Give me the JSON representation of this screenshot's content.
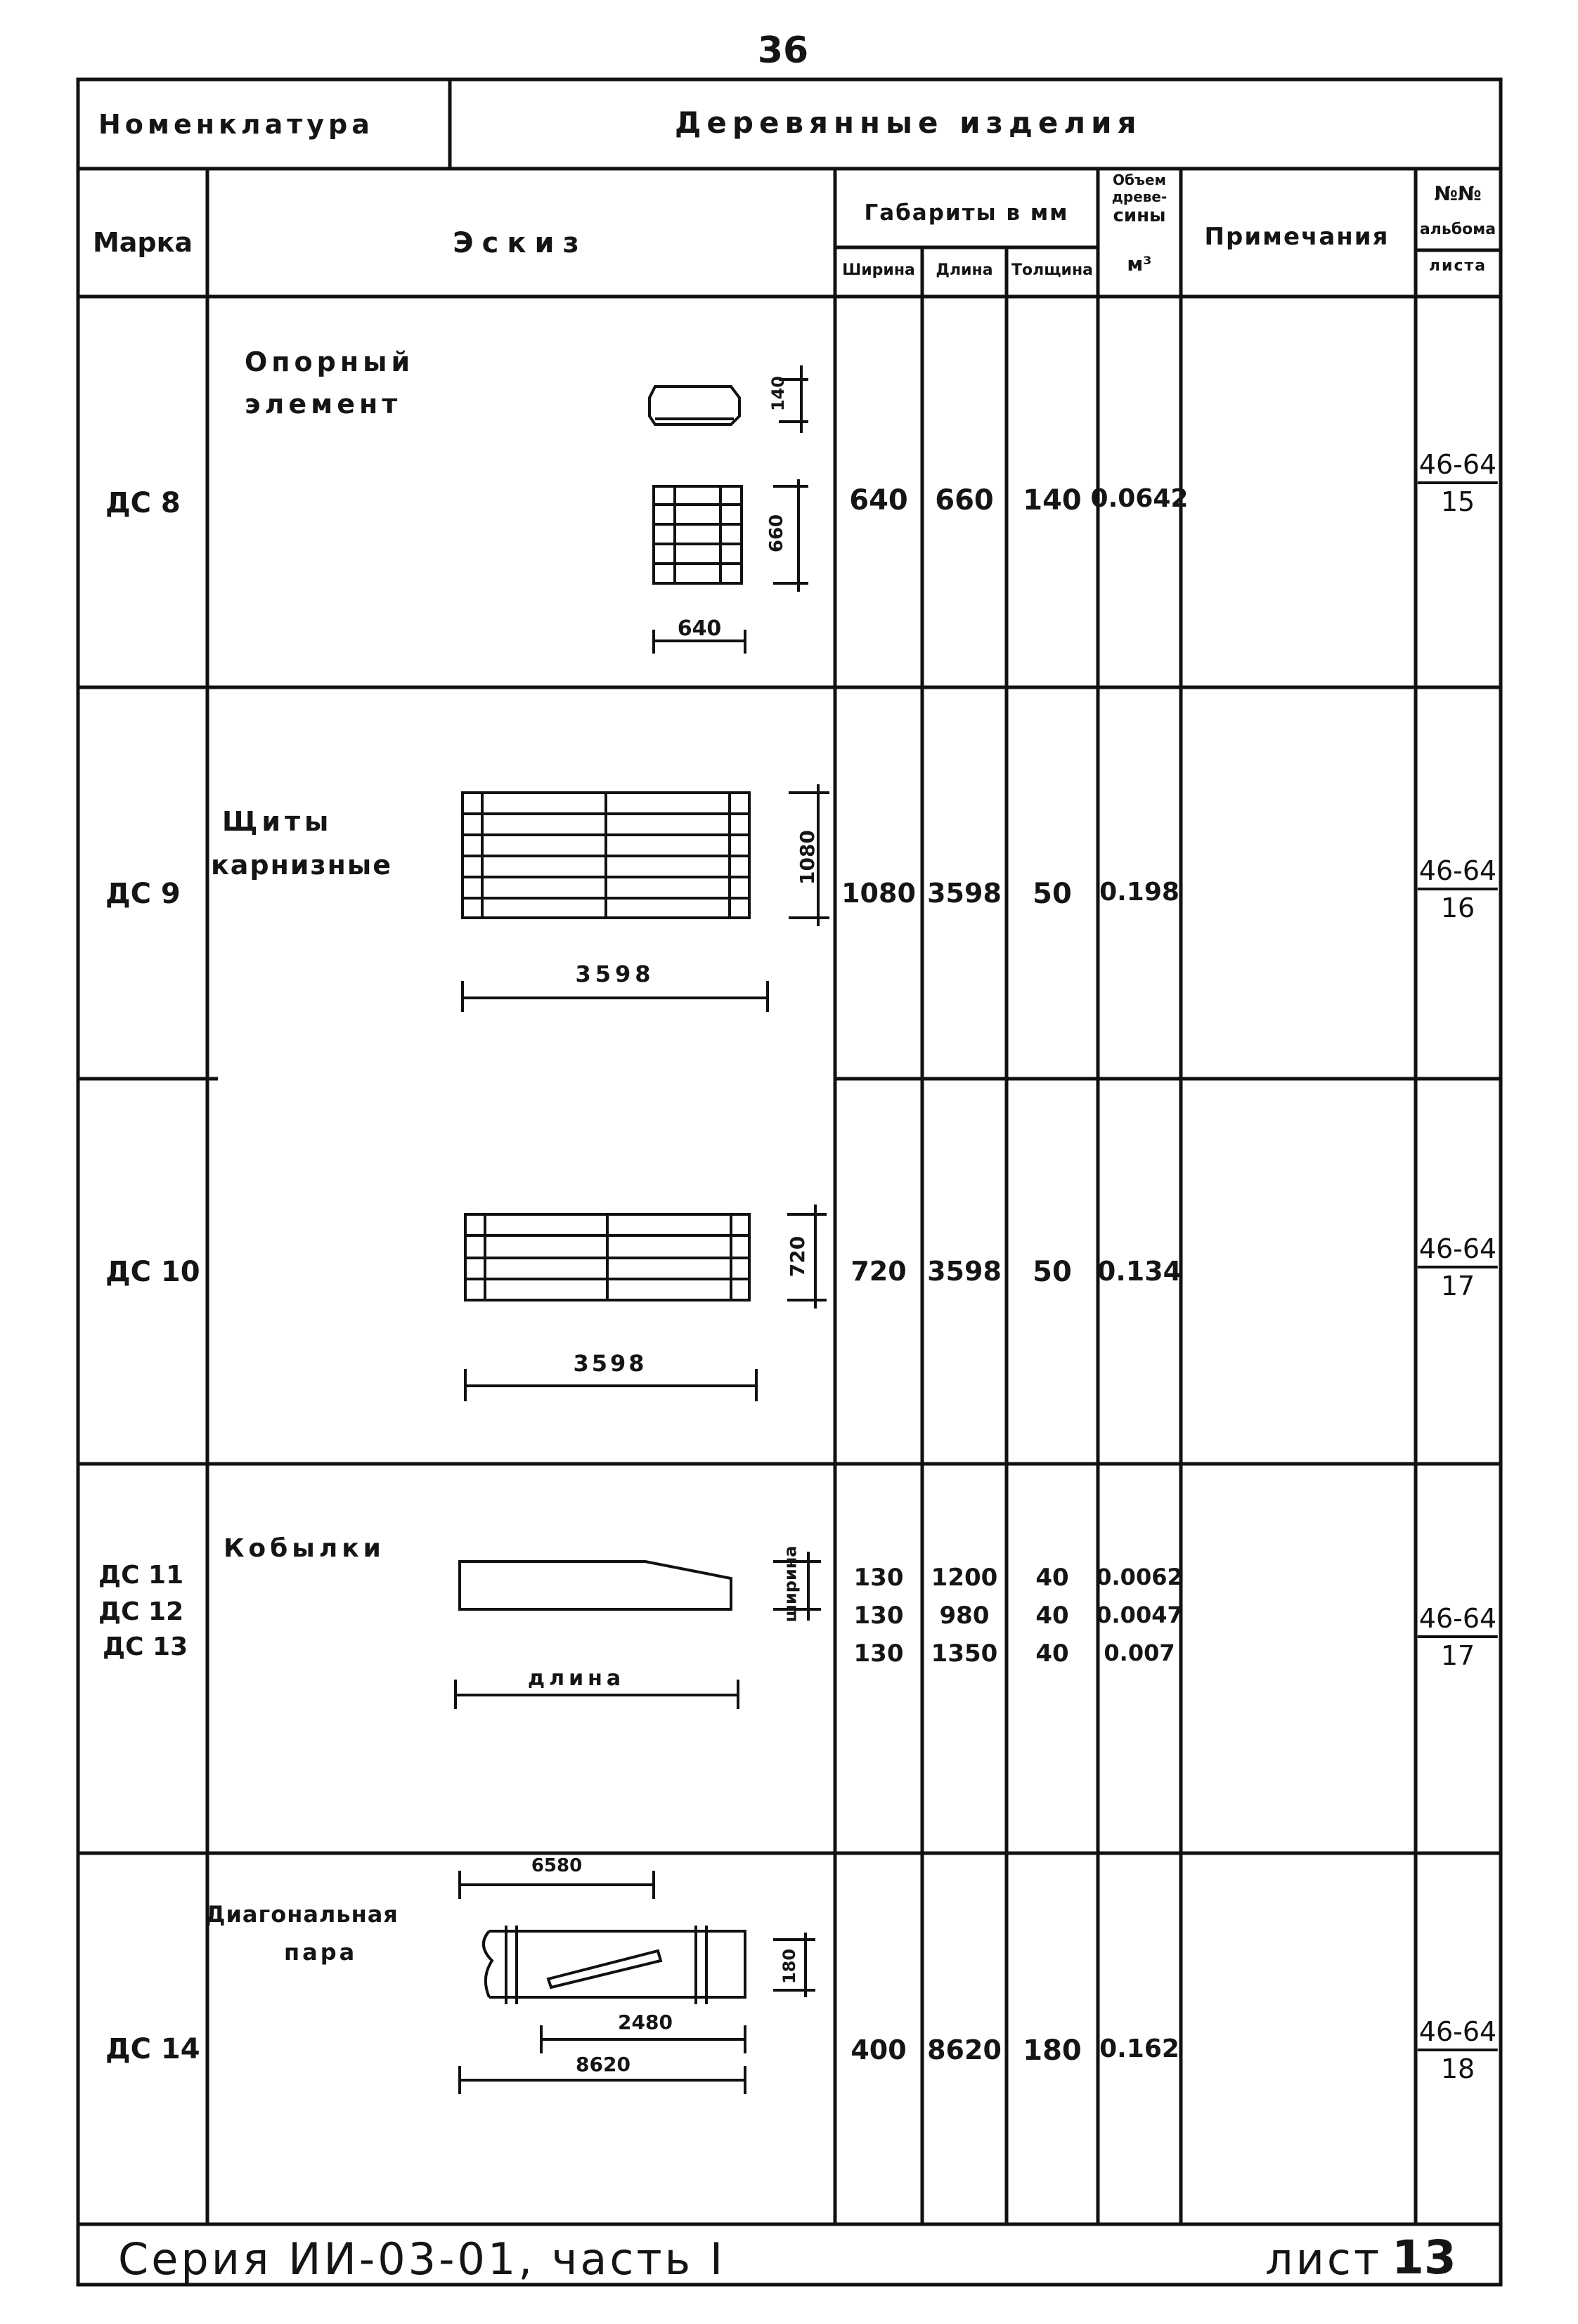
{
  "page_number": "36",
  "header": {
    "nomenclature_label": "Номенклатура",
    "nomenclature_value": "Деревянные изделия"
  },
  "columns": {
    "mark": "Марка",
    "sketch": "Эскиз",
    "dimensions": "Габариты в мм",
    "width": "Ширина",
    "length": "Длина",
    "thickness": "Толщина",
    "volume_line1": "Объем",
    "volume_line2": "древе-",
    "volume_line3": "сины",
    "volume_unit": "м³",
    "notes": "Примечания",
    "album_line1": "№№",
    "album_line2": "альбома",
    "album_line3": "листа"
  },
  "rows": [
    {
      "mark": "ДС 8",
      "name_line1": "Опорный",
      "name_line2": "элемент",
      "width": "640",
      "length": "660",
      "thickness": "140",
      "volume": "0.0642",
      "album": "46-64",
      "sheet": "15",
      "dims": {
        "h": "140",
        "side": "660",
        "bottom": "640"
      }
    },
    {
      "mark": "ДС 9",
      "name_line1": "Щиты",
      "name_line2": "карнизные",
      "width": "1080",
      "length": "3598",
      "thickness": "50",
      "volume": "0.198",
      "album": "46-64",
      "sheet": "16",
      "dims": {
        "side": "1080",
        "bottom": "3598"
      }
    },
    {
      "mark": "ДС 10",
      "width": "720",
      "length": "3598",
      "thickness": "50",
      "volume": "0.134",
      "album": "46-64",
      "sheet": "17",
      "dims": {
        "side": "720",
        "bottom": "3598"
      }
    },
    {
      "mark_lines": [
        "ДС 11",
        "ДС 12",
        "ДС 13"
      ],
      "name_line1": "Кобылки",
      "width_lines": [
        "130",
        "130",
        "130"
      ],
      "length_lines": [
        "1200",
        "980",
        "1350"
      ],
      "thickness_lines": [
        "40",
        "40",
        "40"
      ],
      "volume_lines": [
        "0.0062",
        "0.0047",
        "0.007"
      ],
      "album": "46-64",
      "sheet": "17",
      "dims": {
        "side": "ширина",
        "bottom": "длина"
      }
    },
    {
      "mark": "ДС 14",
      "name_line1": "Диагональная",
      "name_line2": "пара",
      "width": "400",
      "length": "8620",
      "thickness": "180",
      "volume": "0.162",
      "album": "46-64",
      "sheet": "18",
      "dims": {
        "top": "6580",
        "h": "180",
        "mid": "2480",
        "bottom": "8620"
      }
    }
  ],
  "footer": {
    "series": "Серия ИИ-03-01, часть I",
    "sheet_label": "лист",
    "sheet_number": "13"
  }
}
